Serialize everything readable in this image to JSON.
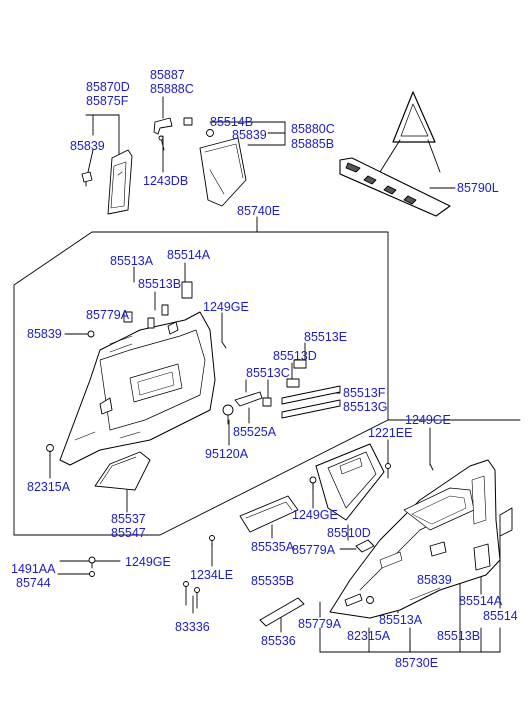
{
  "diagram": {
    "line_color": "#000000",
    "label_color": "#1c1cc8",
    "part_fill": "#ffffff",
    "part_shade": "#bdbdbd",
    "labels": {
      "p85870D": "85870D",
      "p85875F": "85875F",
      "p85839_a": "85839",
      "p85887": "85887",
      "p85888C": "85888C",
      "p1243DB": "1243DB",
      "p85514B": "85514B",
      "p85839_b": "85839",
      "p85880C": "85880C",
      "p85885B": "85885B",
      "p85790L": "85790L",
      "p85740E": "85740E",
      "p85513A_a": "85513A",
      "p85514A_a": "85514A",
      "p85513B_a": "85513B",
      "p1249GE_a": "1249GE",
      "p85779A_a": "85779A",
      "p85839_c": "85839",
      "p85513E": "85513E",
      "p85513D": "85513D",
      "p85513C": "85513C",
      "p85513F": "85513F",
      "p85513G": "85513G",
      "p85525A": "85525A",
      "p95120A": "95120A",
      "p82315A_a": "82315A",
      "p85537": "85537",
      "p85547": "85547",
      "p1221EE": "1221EE",
      "p1249GE_b": "1249GE",
      "p1249GE_c": "1249GE",
      "p85510D": "85510D",
      "p85779A_b": "85779A",
      "p85535A": "85535A",
      "p85535B": "85535B",
      "p1491AA": "1491AA",
      "p85744": "85744",
      "p1249GE_d": "1249GE",
      "p1234LE": "1234LE",
      "p83336": "83336",
      "p85536": "85536",
      "p85779A_c": "85779A",
      "p82315A_b": "82315A",
      "p85513A_b": "85513A",
      "p85513B_b": "85513B",
      "p85839_d": "85839",
      "p85514A_b": "85514A",
      "p85514": "85514",
      "p85730E": "85730E"
    }
  }
}
